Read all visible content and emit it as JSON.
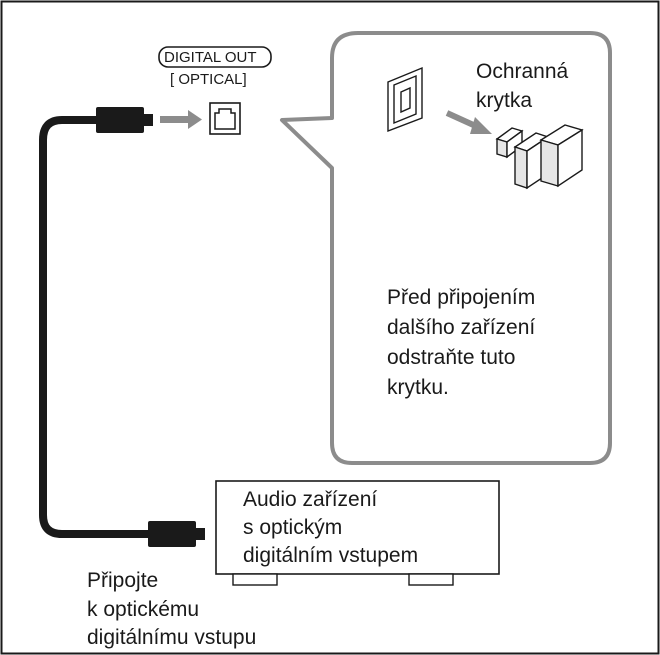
{
  "port": {
    "label_top": "DIGITAL OUT",
    "label_bottom": "[ OPTICAL]"
  },
  "callout": {
    "cap_title_line1": "Ochranná",
    "cap_title_line2": "krytka",
    "instruction_line1": "Před připojením",
    "instruction_line2": "dalšího zařízení",
    "instruction_line3": "odstraňte tuto",
    "instruction_line4": "krytku."
  },
  "device": {
    "label_line1": "Audio zařízení",
    "label_line2": "s optickým",
    "label_line3": "digitálním vstupem"
  },
  "connect_note": {
    "line1": "Připojte",
    "line2": "k optickému",
    "line3": "digitálnímu vstupu"
  },
  "colors": {
    "line": "#1a1a1a",
    "callout_border": "#8c8c8c",
    "arrow": "#8c8c8c",
    "cap_fill": "#e6e6e6"
  }
}
